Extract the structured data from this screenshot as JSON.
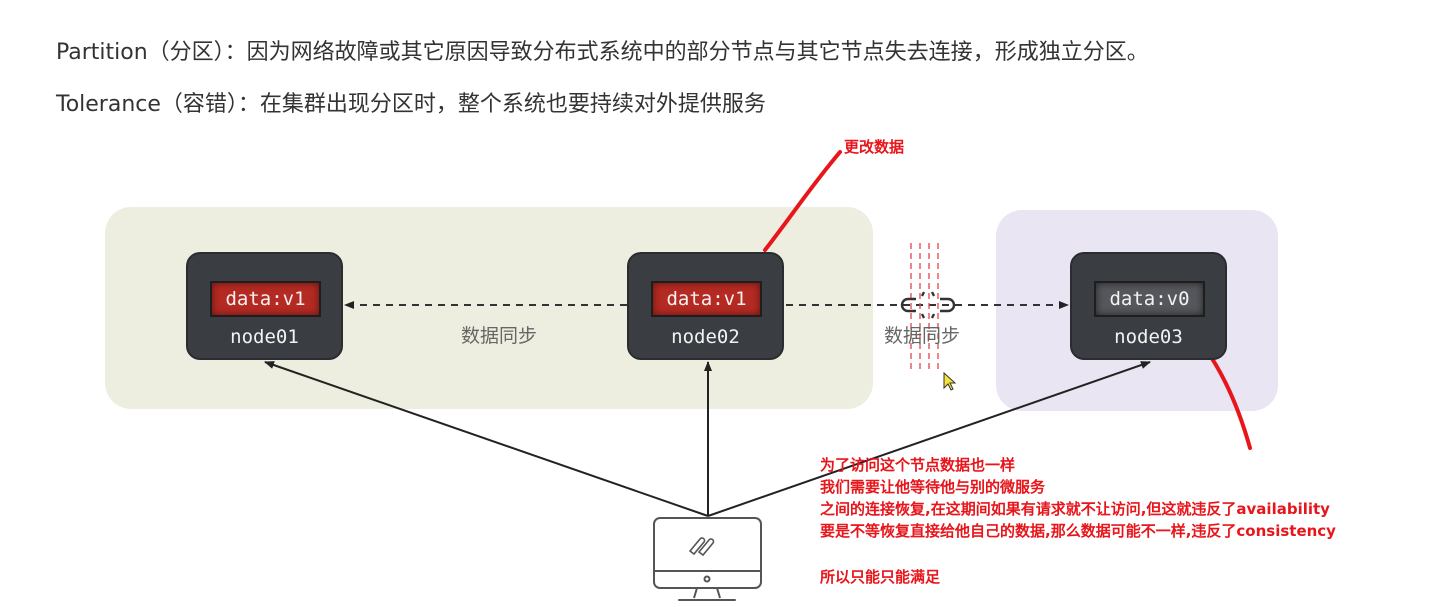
{
  "header": {
    "partition_line": "Partition（分区）：因为网络故障或其它原因导致分布式系统中的部分节点与其它节点失去连接，形成独立分区。",
    "tolerance_line": "Tolerance（容错）：在集群出现分区时，整个系统也要持续对外提供服务"
  },
  "nodes": [
    {
      "name": "node01",
      "data": "data:v1",
      "state": "updated"
    },
    {
      "name": "node02",
      "data": "data:v1",
      "state": "updated"
    },
    {
      "name": "node03",
      "data": "data:v0",
      "state": "stale"
    }
  ],
  "sync_labels": [
    "数据同步",
    "数据同步"
  ],
  "annotations": {
    "change_data": "更改数据",
    "notes": [
      "为了访问这个节点数据也一样",
      "我们需要让他等待他与别的微服务",
      "之间的连接恢复,在这期间如果有请求就不让访问,但这就违反了availability",
      "要是不等恢复直接给他自己的数据,那么数据可能不一样,违反了consistency",
      "所以只能只能满足"
    ]
  },
  "icons": {
    "client": "monitor-icon",
    "link": "pencil-icon",
    "broken_link": "broken-chain-icon",
    "cursor": "mouse-cursor-icon"
  },
  "colors": {
    "annotation": "#e8151b",
    "node_bg": "#3a3d42",
    "updated_data": "#b52a22",
    "stale_data": "#55575c",
    "left_zone": "#eeeee0",
    "right_zone": "#e9e5f2"
  }
}
